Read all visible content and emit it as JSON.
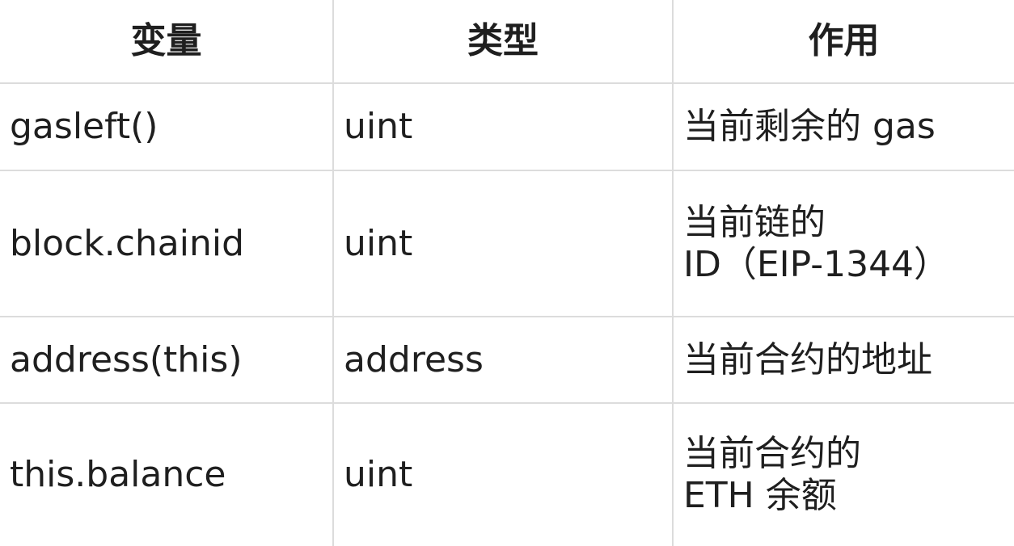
{
  "table": {
    "headers": [
      "变量",
      "类型",
      "作用"
    ],
    "rows": [
      {
        "variable": "gasleft()",
        "type": "uint",
        "purpose": [
          "当前剩余的 gas"
        ]
      },
      {
        "variable": "block.chainid",
        "type": "uint",
        "purpose": [
          "当前链的",
          "ID（EIP-1344）"
        ]
      },
      {
        "variable": "address(this)",
        "type": "address",
        "purpose": [
          "当前合约的地址"
        ]
      },
      {
        "variable": "this.balance",
        "type": "uint",
        "purpose": [
          "当前合约的",
          "ETH 余额"
        ]
      }
    ]
  },
  "colors": {
    "border": "#dcdcdc",
    "text": "#1f1f1f",
    "background": "#ffffff"
  }
}
